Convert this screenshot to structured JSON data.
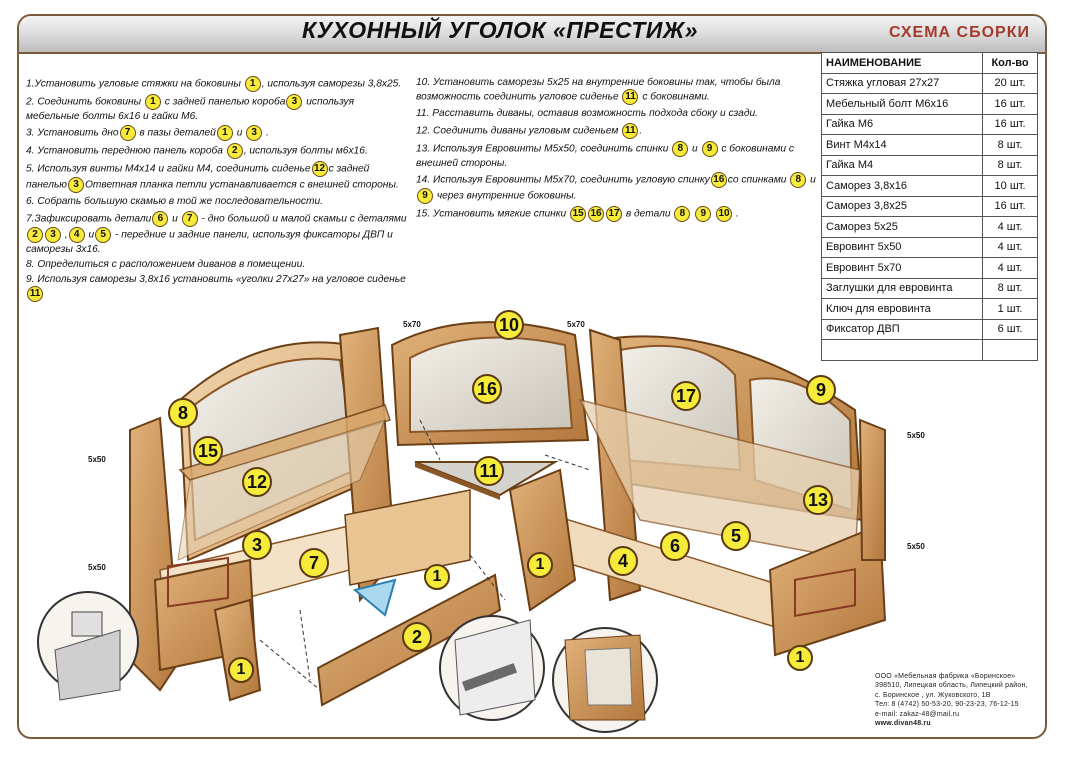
{
  "header": {
    "title": "КУХОННЫЙ УГОЛОК «ПРЕСТИЖ»",
    "subtitle": "СХЕМА СБОРКИ"
  },
  "steps_left": [
    {
      "id": "s1",
      "a": "1.Установить угловые стяжки на боковины ",
      "n": "1",
      "b": ", используя саморезы 3,8х25."
    },
    {
      "id": "s2",
      "a": "2. Соединить боковины ",
      "n": "1",
      "b": " с задней панелью короба",
      "n2": "3",
      "c": " используя мебельные болты  6х16 и гайки М6."
    },
    {
      "id": "s3",
      "a": "3. Установить дно",
      "n": "7",
      "b": " в пазы деталей",
      "n2": "1",
      "c": " и ",
      "n3": "3",
      "d": " ."
    },
    {
      "id": "s4",
      "a": "4. Установить переднюю панель короба  ",
      "n": "2",
      "b": ", используя болты м6х16."
    },
    {
      "id": "s5",
      "a": "5. Используя винты М4х14 и гайки М4, соединить сиденье",
      "n": "12",
      "b": "с задней панелью",
      "n2": "3",
      "c": "Ответная планка петли устанавливается с внешней стороны."
    },
    {
      "id": "s6",
      "a": "6. Собрать большую скамью в той же последовательности."
    },
    {
      "id": "s7",
      "a": "7.Зафиксировать детали",
      "n": "6",
      "b": " и ",
      "n2": "7",
      "c": "  - дно большой и малой скамьи с деталями",
      "n3": "2",
      "d": "",
      "n4": "3",
      "e": " ,",
      "n5": "4",
      "f": " и",
      "n6": "5",
      "g": " - передние и задние панели, используя фиксаторы ДВП и саморезы 3х16."
    },
    {
      "id": "s8",
      "a": "8. Определиться с расположением диванов в помещении."
    },
    {
      "id": "s9",
      "a": "9. Используя саморезы 3,8х16 установить «уголки 27х27» на угловое сиденье",
      "n": "11",
      "b": ""
    }
  ],
  "steps_right": [
    {
      "id": "s10",
      "a": "10. Установить саморезы 5х25 на внутренние боковины так, чтобы была возможность соединить угловое сиденье ",
      "n": "11",
      "b": "  с боковинами."
    },
    {
      "id": "s11",
      "a": "11. Расставить диваны, оставив возможность подхода сбоку и сзади."
    },
    {
      "id": "s12",
      "a": "12. Соединить диваны угловым сиденьем ",
      "n": "11",
      "b": "."
    },
    {
      "id": "s13",
      "a": "13. Используя Евровинты М5х50, соединить спинки ",
      "n": "8",
      "b": " и ",
      "n2": "9",
      "c": " с  боковинами с внешней стороны."
    },
    {
      "id": "s14",
      "a": "14. Используя Евровинты М5х70, соединить угловую спинку",
      "n": "16",
      "b": "со спинками ",
      "n2": "8",
      "c": " и ",
      "n3": "9",
      "d": " через внутренние боковины."
    },
    {
      "id": "s15",
      "a": "15. Установить мягкие спинки ",
      "n": "15",
      "b": "",
      "n2": "16",
      "c": "",
      "n3": "17",
      "d": " в детали ",
      "n4": "8",
      "e": " ",
      "n5": "9",
      "f": " ",
      "n6": "10",
      "g": " ."
    }
  ],
  "parts_table": {
    "col_name": "НАИМЕНОВАНИЕ",
    "col_qty": "Кол-во",
    "rows": [
      {
        "name": "Стяжка угловая 27х27",
        "qty": "20 шт."
      },
      {
        "name": "Мебельный болт М6х16",
        "qty": "16 шт."
      },
      {
        "name": "Гайка М6",
        "qty": "16 шт."
      },
      {
        "name": "Винт М4х14",
        "qty": "8 шт."
      },
      {
        "name": "Гайка М4",
        "qty": "8 шт."
      },
      {
        "name": "Саморез 3,8х16",
        "qty": "10 шт."
      },
      {
        "name": "Саморез 3,8х25",
        "qty": "16 шт."
      },
      {
        "name": "Саморез  5х25",
        "qty": "4 шт."
      },
      {
        "name": "Евровинт  5х50",
        "qty": "4 шт."
      },
      {
        "name": "Евровинт  5х70",
        "qty": "4 шт."
      },
      {
        "name": "Заглушки для евровинта",
        "qty": "8 шт."
      },
      {
        "name": "Ключ для евровинта",
        "qty": "1 шт."
      },
      {
        "name": "Фиксатор ДВП",
        "qty": "6 шт."
      },
      {
        "name": "",
        "qty": ""
      }
    ]
  },
  "diagram": {
    "labels": [
      "8",
      "15",
      "12",
      "3",
      "7",
      "1",
      "2",
      "1",
      "10",
      "16",
      "11",
      "17",
      "9",
      "13",
      "4",
      "6",
      "5",
      "1",
      "1"
    ],
    "dims": [
      "5х70",
      "5х70",
      "5х50",
      "5х50",
      "5х50",
      "5х50"
    ]
  },
  "footer": {
    "line1": "ООО «Мебельная фабрика «Боринское»",
    "line2": "398510, Липецкая область, Липецкий район,",
    "line3": "с. Боринское , ул. Жуковского, 1В",
    "line4": "Тел: 8 (4742) 50-53-20, 90-23-23, 76-12-15",
    "line5": "e-mail: zakaz-48@mail.ru",
    "line6": "www.divan48.ru"
  },
  "colors": {
    "frame": "#7b5a3c",
    "accent": "#a33a2d",
    "badge": "#f6ea3a",
    "wood": "#c98f55",
    "wood_dark": "#8a5626"
  }
}
